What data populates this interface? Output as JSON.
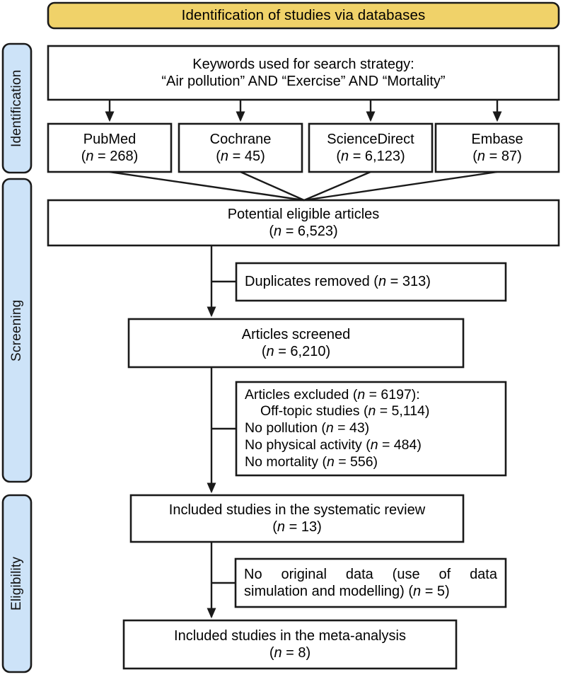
{
  "diagram": {
    "type": "prisma-flow-diagram",
    "header": {
      "label": "Identification of studies via databases",
      "fill_color": "#F0D269"
    },
    "phases": [
      {
        "id": "identification",
        "label": "Identification",
        "fill_color": "#CDE3F8"
      },
      {
        "id": "screening",
        "label": "Screening",
        "fill_color": "#CDE3F8"
      },
      {
        "id": "eligibility",
        "label": "Eligibility",
        "fill_color": "#CDE3F8"
      }
    ],
    "boxes": {
      "keywords": {
        "line1": "Keywords used for search strategy:",
        "line2": "“Air pollution” AND “Exercise” AND “Mortality”"
      },
      "databases": [
        {
          "name": "PubMed",
          "count_open": "(",
          "n_label": "n",
          "count": " = 268)"
        },
        {
          "name": "Cochrane",
          "count_open": "(",
          "n_label": "n",
          "count": " = 45)"
        },
        {
          "name": "ScienceDirect",
          "count_open": "(",
          "n_label": "n",
          "count": " = 6,123)"
        },
        {
          "name": "Embase",
          "count_open": "(",
          "n_label": "n",
          "count": " = 87)"
        }
      ],
      "potential_eligible": {
        "line1": "Potential eligible articles",
        "n_label": "n",
        "count": " = 6,523)"
      },
      "duplicates_removed": {
        "prefix": "Duplicates removed (",
        "n_label": "n",
        "count": " = 313)"
      },
      "articles_screened": {
        "line1": "Articles screened",
        "n_label": "n",
        "count": " = 6,210)"
      },
      "articles_excluded": {
        "heading_prefix": "Articles excluded (",
        "heading_n": "n",
        "heading_count": " = 6197):",
        "reasons": [
          {
            "prefix": "Off-topic studies (",
            "n_label": "n",
            "count": " = 5,114)",
            "indent": true
          },
          {
            "prefix": "No pollution (",
            "n_label": "n",
            "count": " = 43)",
            "indent": false
          },
          {
            "prefix": "No physical activity (",
            "n_label": "n",
            "count": " = 484)",
            "indent": false
          },
          {
            "prefix": "No mortality (",
            "n_label": "n",
            "count": " = 556)",
            "indent": false
          }
        ]
      },
      "included_systematic_review": {
        "line1": "Included studies in the systematic review",
        "n_label": "n",
        "count": " = 13)"
      },
      "no_original_data": {
        "line1": "No original data (use of data",
        "line2_prefix": "simulation and modelling) (",
        "line2_n": "n",
        "line2_count": " = 5)"
      },
      "included_meta_analysis": {
        "line1": "Included studies in the meta-analysis",
        "n_label": "n",
        "count": " = 8)"
      }
    }
  },
  "chart_data": {
    "type": "diagram",
    "title": "Identification of studies via databases",
    "nodes": [
      {
        "id": "keywords",
        "label": "Keywords used for search strategy: “Air pollution” AND “Exercise” AND “Mortality”",
        "phase": "Identification",
        "n": null
      },
      {
        "id": "pubmed",
        "label": "PubMed",
        "phase": "Identification",
        "n": 268
      },
      {
        "id": "cochrane",
        "label": "Cochrane",
        "phase": "Identification",
        "n": 45
      },
      {
        "id": "sciencedirect",
        "label": "ScienceDirect",
        "phase": "Identification",
        "n": 6123
      },
      {
        "id": "embase",
        "label": "Embase",
        "phase": "Identification",
        "n": 87
      },
      {
        "id": "potential_eligible",
        "label": "Potential eligible articles",
        "phase": "Screening",
        "n": 6523
      },
      {
        "id": "duplicates_removed",
        "label": "Duplicates removed",
        "phase": "Screening",
        "n": 313
      },
      {
        "id": "articles_screened",
        "label": "Articles screened",
        "phase": "Screening",
        "n": 6210
      },
      {
        "id": "articles_excluded",
        "label": "Articles excluded",
        "phase": "Screening",
        "n": 6197
      },
      {
        "id": "excl_offtopic",
        "label": "Off-topic studies",
        "phase": "Screening",
        "n": 5114
      },
      {
        "id": "excl_nopollution",
        "label": "No pollution",
        "phase": "Screening",
        "n": 43
      },
      {
        "id": "excl_nopa",
        "label": "No physical activity",
        "phase": "Screening",
        "n": 484
      },
      {
        "id": "excl_nomortality",
        "label": "No mortality",
        "phase": "Screening",
        "n": 556
      },
      {
        "id": "included_sr",
        "label": "Included studies in the systematic review",
        "phase": "Eligibility",
        "n": 13
      },
      {
        "id": "no_original_data",
        "label": "No original data (use of data simulation and modelling)",
        "phase": "Eligibility",
        "n": 5
      },
      {
        "id": "included_ma",
        "label": "Included studies in the meta-analysis",
        "phase": "Eligibility",
        "n": 8
      }
    ],
    "edges": [
      {
        "from": "keywords",
        "to": "pubmed"
      },
      {
        "from": "keywords",
        "to": "cochrane"
      },
      {
        "from": "keywords",
        "to": "sciencedirect"
      },
      {
        "from": "keywords",
        "to": "embase"
      },
      {
        "from": "pubmed",
        "to": "potential_eligible"
      },
      {
        "from": "cochrane",
        "to": "potential_eligible"
      },
      {
        "from": "sciencedirect",
        "to": "potential_eligible"
      },
      {
        "from": "embase",
        "to": "potential_eligible"
      },
      {
        "from": "potential_eligible",
        "to": "duplicates_removed"
      },
      {
        "from": "potential_eligible",
        "to": "articles_screened"
      },
      {
        "from": "articles_screened",
        "to": "articles_excluded"
      },
      {
        "from": "articles_screened",
        "to": "included_sr"
      },
      {
        "from": "included_sr",
        "to": "no_original_data"
      },
      {
        "from": "included_sr",
        "to": "included_ma"
      }
    ]
  }
}
